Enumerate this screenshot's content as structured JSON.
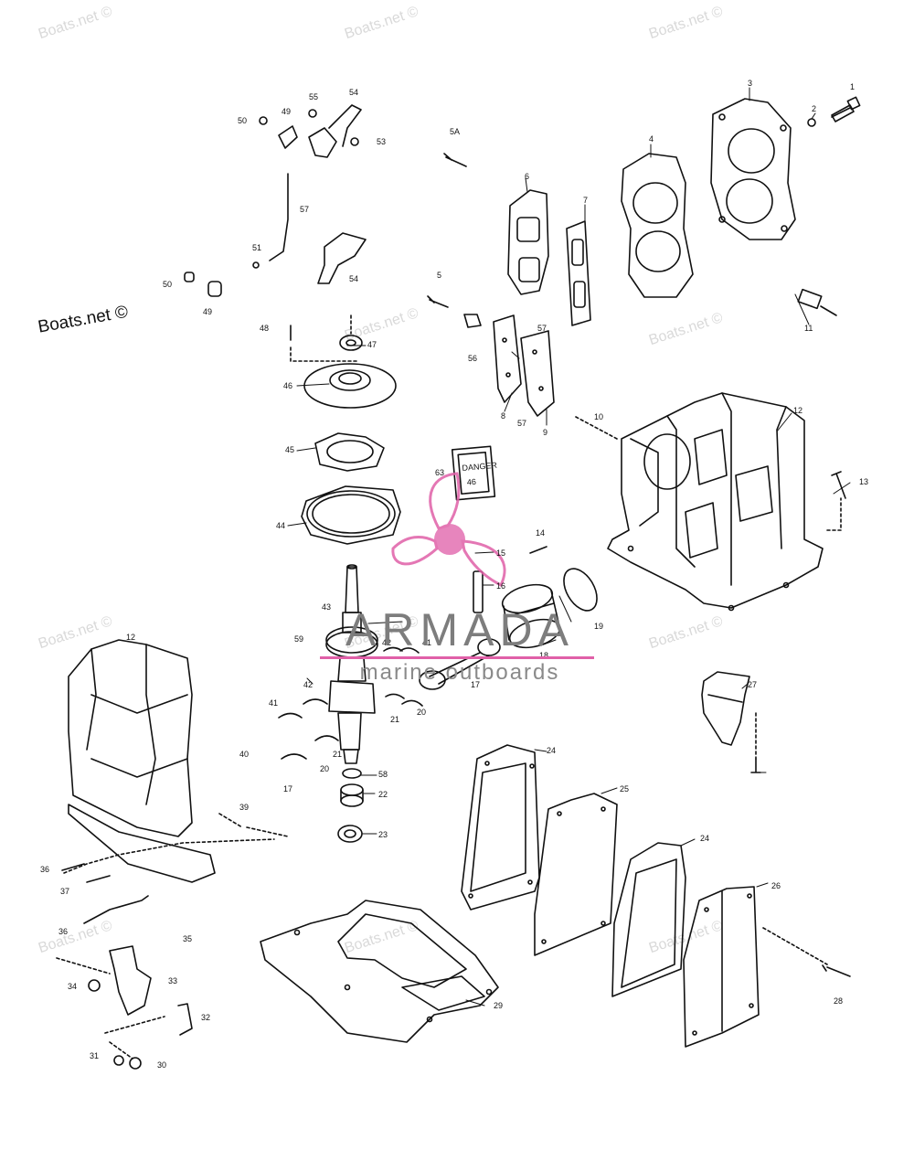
{
  "watermark": {
    "text": "Boats.net ©",
    "color": "#d9d9d9",
    "strong_color": "#111111"
  },
  "brand": {
    "name": "ARMADA",
    "tagline": "marine outboards",
    "accent_color": "#e060a8"
  },
  "part_labels": {
    "p1": "1",
    "p2": "2",
    "p3": "3",
    "p4": "4",
    "p5": "5",
    "p5a": "5A",
    "p6": "6",
    "p7": "7",
    "p8": "8",
    "p9": "9",
    "p10": "10",
    "p11": "11",
    "p12a": "12",
    "p12b": "12",
    "p13": "13",
    "p14": "14",
    "p15": "15",
    "p16": "16",
    "p17a": "17",
    "p17b": "17",
    "p18": "18",
    "p19": "19",
    "p20a": "20",
    "p20b": "20",
    "p21a": "21",
    "p21b": "21",
    "p22": "22",
    "p23": "23",
    "p24a": "24",
    "p24b": "24",
    "p25": "25",
    "p26": "26",
    "p27": "27",
    "p28": "28",
    "p29": "29",
    "p30": "30",
    "p31": "31",
    "p32": "32",
    "p33": "33",
    "p34": "34",
    "p35": "35",
    "p36a": "36",
    "p36b": "36",
    "p37": "37",
    "p39": "39",
    "p40": "40",
    "p41a": "41",
    "p41b": "41",
    "p42a": "42",
    "p42b": "42",
    "p43": "43",
    "p44": "44",
    "p45": "45",
    "p46": "46",
    "p47": "47",
    "p48": "48",
    "p49a": "49",
    "p49b": "49",
    "p50a": "50",
    "p50b": "50",
    "p51": "51",
    "p53": "53",
    "p54a": "54",
    "p54b": "54",
    "p55": "55",
    "p56": "56",
    "p57a": "57",
    "p57b": "57",
    "p57c": "57",
    "p58": "58",
    "p59": "59",
    "p63": "63"
  },
  "decal_text": "DANGER\n46"
}
